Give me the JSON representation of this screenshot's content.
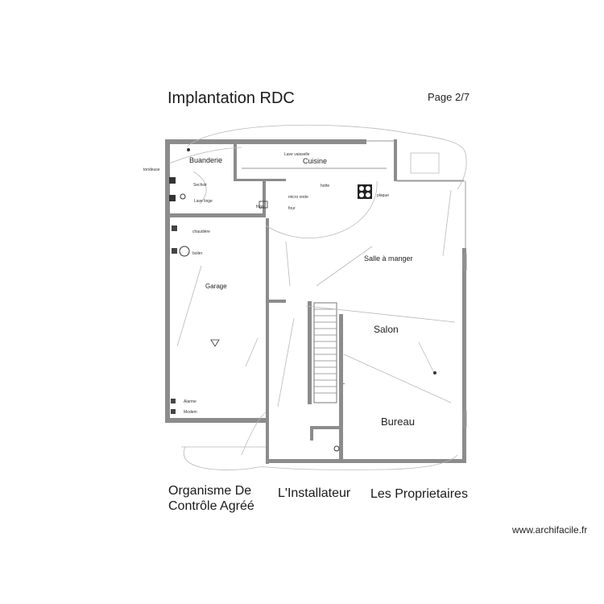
{
  "title": "Implantation RDC",
  "page_label": "Page 2/7",
  "rooms": {
    "buanderie": "Buanderie",
    "cuisine": "Cuisine",
    "garage": "Garage",
    "salle_a_manger": "Salle à manger",
    "salon": "Salon",
    "bureau": "Bureau"
  },
  "equipment_labels": {
    "tondeuse": "tondeuse",
    "sechoir": "Sechoir",
    "lave_linge": "Lave linge",
    "lave_vaisselle": "Lave vaisselle",
    "micro_onde": "micro onde",
    "four": "four",
    "frigo": "frigo",
    "hotte": "hotte",
    "plaque": "plaque",
    "chaudiere": "chaudière",
    "boiler": "boiler",
    "alarme": "Alarme",
    "modem": "Modem"
  },
  "signatures": {
    "organisme_line1": "Organisme De",
    "organisme_line2": "Contrôle Agréé",
    "installateur": "L'Installateur",
    "proprietaires": "Les Proprietaires"
  },
  "watermark": "www.archifacile.fr"
}
